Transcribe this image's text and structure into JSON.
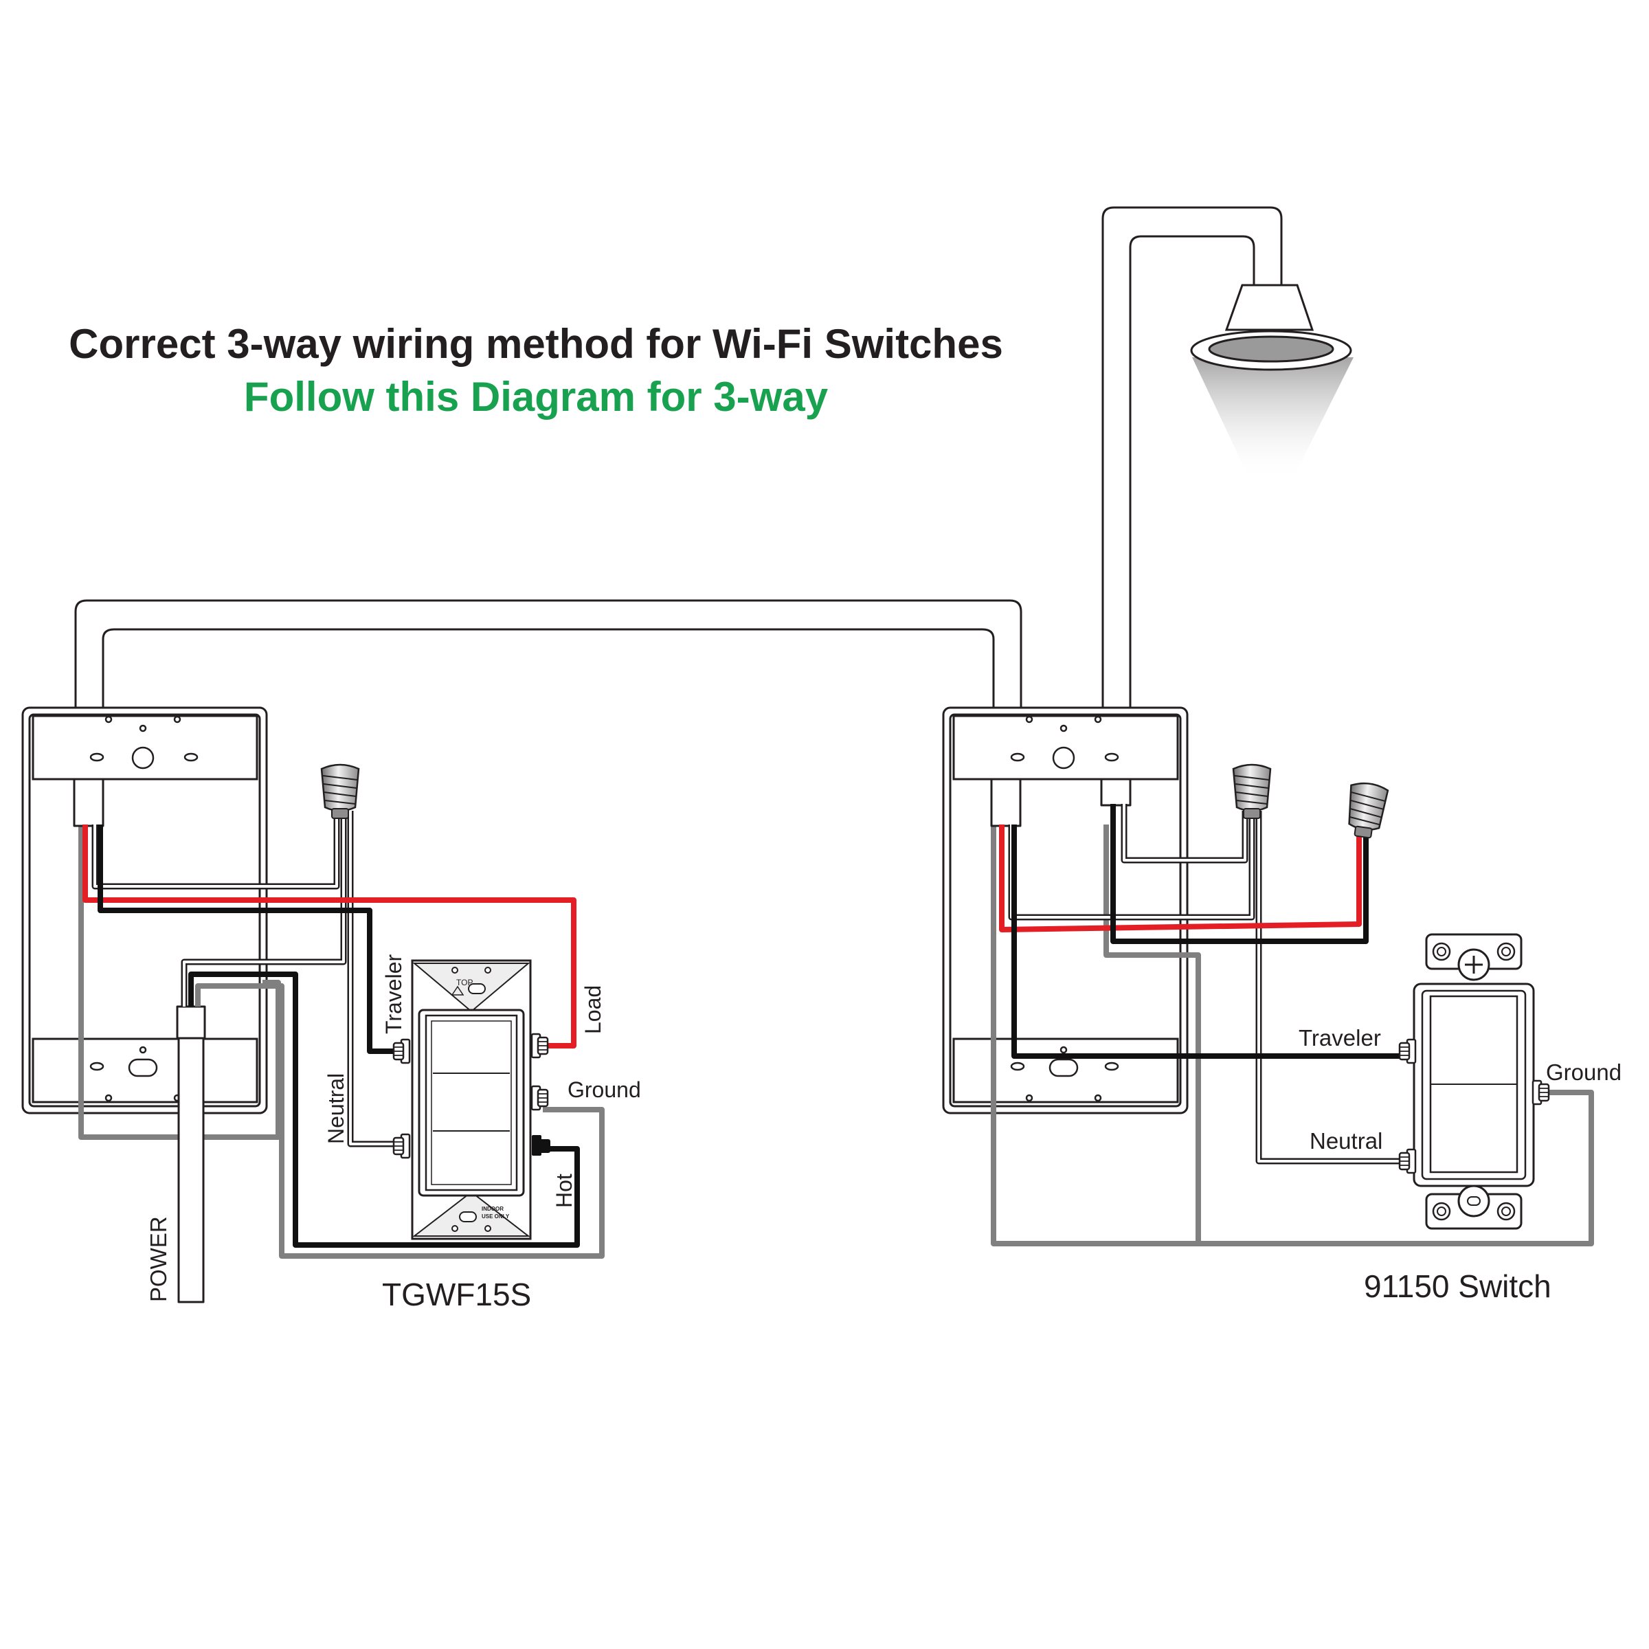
{
  "title": "Correct 3-way wiring method for Wi-Fi Switches",
  "subtitle": "Follow this Diagram for 3-way",
  "colors": {
    "hot": "#111111",
    "traveler_red": "#e31e24",
    "neutral": "#ffffff",
    "ground": "#808080",
    "subtitle": "#18a14f",
    "outline": "#231f20"
  },
  "left_switch": {
    "model": "TGWF15S",
    "terminals": {
      "traveler": "Traveler",
      "load": "Load",
      "ground": "Ground",
      "neutral": "Neutral",
      "hot": "Hot"
    },
    "faceplate_top_text": "TOP",
    "faceplate_bottom_text_1": "INDOOR",
    "faceplate_bottom_text_2": "USE ONLY"
  },
  "power_label": "POWER",
  "right_switch": {
    "model": "91150 Switch",
    "terminals": {
      "traveler": "Traveler",
      "neutral": "Neutral",
      "ground": "Ground"
    }
  },
  "icons": {
    "light_fixture": "recessed-light-icon",
    "wire_nut": "wire-nut-icon",
    "junction_box": "junction-box-icon"
  }
}
